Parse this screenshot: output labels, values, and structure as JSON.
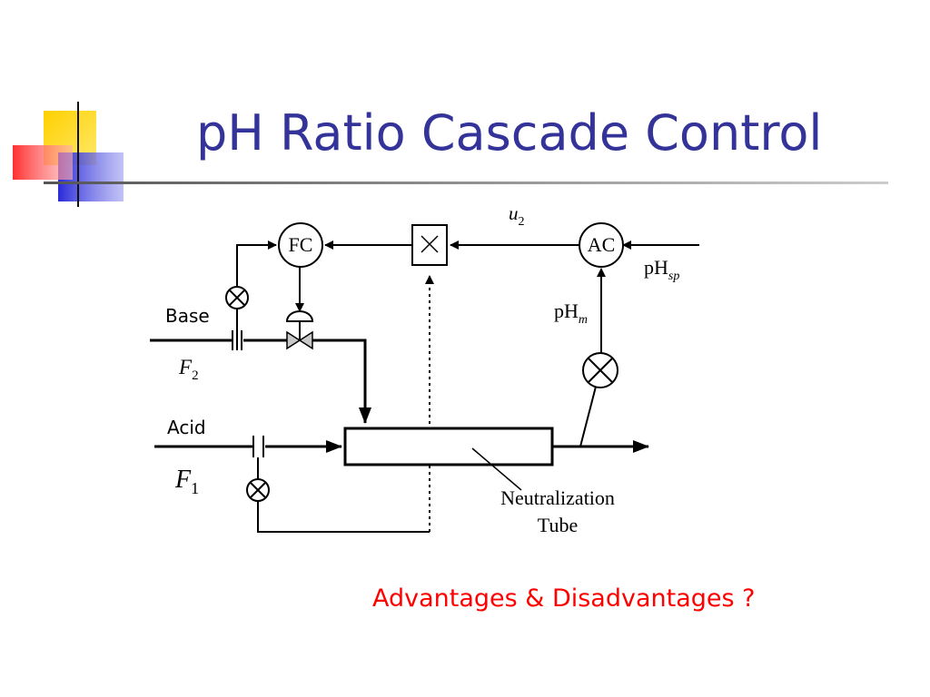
{
  "slide": {
    "title": "pH Ratio Cascade Control",
    "question": "Advantages & Disadvantages ?"
  },
  "diagram": {
    "fc_label": "FC",
    "ac_label": "AC",
    "base_label": "Base",
    "acid_label": "Acid",
    "f2": {
      "main": "F",
      "sub": "2"
    },
    "f1": {
      "main": "F",
      "sub": "1"
    },
    "u2": {
      "main": "u",
      "sub": "2"
    },
    "ph_sp": {
      "main": "pH",
      "sub": "sp"
    },
    "ph_m": {
      "main": "pH",
      "sub": "m"
    },
    "tube_line1": "Neutralization",
    "tube_line2": "Tube"
  }
}
